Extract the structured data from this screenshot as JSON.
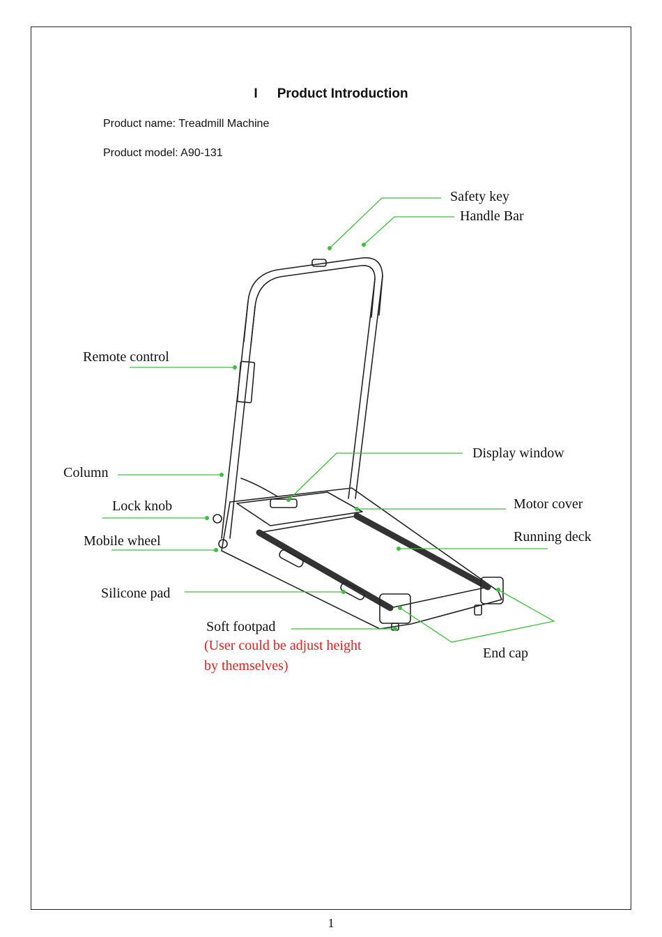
{
  "section": {
    "number": "I",
    "title": "Product Introduction"
  },
  "product_name": {
    "label": "Product name:",
    "value": "Treadmill Machine"
  },
  "product_model": {
    "label": "Product model:",
    "value": "A90-131"
  },
  "labels": {
    "safety_key": "Safety key",
    "handle_bar": "Handle Bar",
    "remote_control": "Remote control",
    "display_window": "Display window",
    "column": "Column",
    "lock_knob": "Lock knob",
    "motor_cover": "Motor cover",
    "mobile_wheel": "Mobile wheel",
    "running_deck": "Running deck",
    "silicone_pad": "Silicone pad",
    "soft_footpad": "Soft footpad",
    "end_cap": "End cap"
  },
  "note": {
    "line1": "(User could be adjust height",
    "line2": "by themselves)"
  },
  "colors": {
    "leader": "#3cbf3c",
    "note": "#e02020"
  },
  "page_number": "1"
}
